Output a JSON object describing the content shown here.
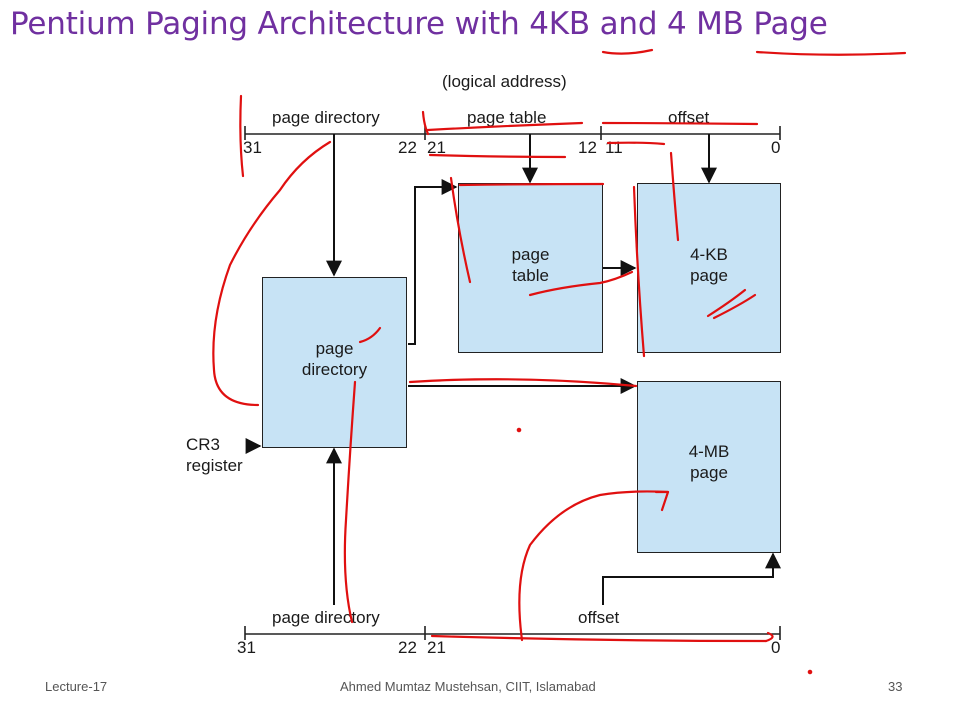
{
  "slide": {
    "title": "Pentium Paging Architecture with 4KB and 4 MB Page"
  },
  "diagram": {
    "logical_address_label": "(logical address)",
    "top_fields": {
      "page_directory": "page directory",
      "page_table": "page table",
      "offset": "offset"
    },
    "top_bits": {
      "b31": "31",
      "b22": "22",
      "b21": "21",
      "b12": "12",
      "b11": "11",
      "b0": "0"
    },
    "boxes": {
      "page_table": [
        "page",
        "table"
      ],
      "page_4kb": [
        "4-KB",
        "page"
      ],
      "page_directory": [
        "page",
        "directory"
      ],
      "page_4mb": [
        "4-MB",
        "page"
      ]
    },
    "cr3": [
      "CR3",
      "register"
    ],
    "bottom_fields": {
      "page_directory": "page directory",
      "offset": "offset"
    },
    "bottom_bits": {
      "b31": "31",
      "b22": "22",
      "b21": "21",
      "b0": "0"
    }
  },
  "footer": {
    "left": "Lecture-17",
    "center": "Ahmed Mumtaz Mustehsan, CIIT, Islamabad",
    "page_number": "33"
  },
  "colors": {
    "title": "#7030a0",
    "box_fill": "#c7e3f5",
    "annotation_ink": "#e01010"
  }
}
